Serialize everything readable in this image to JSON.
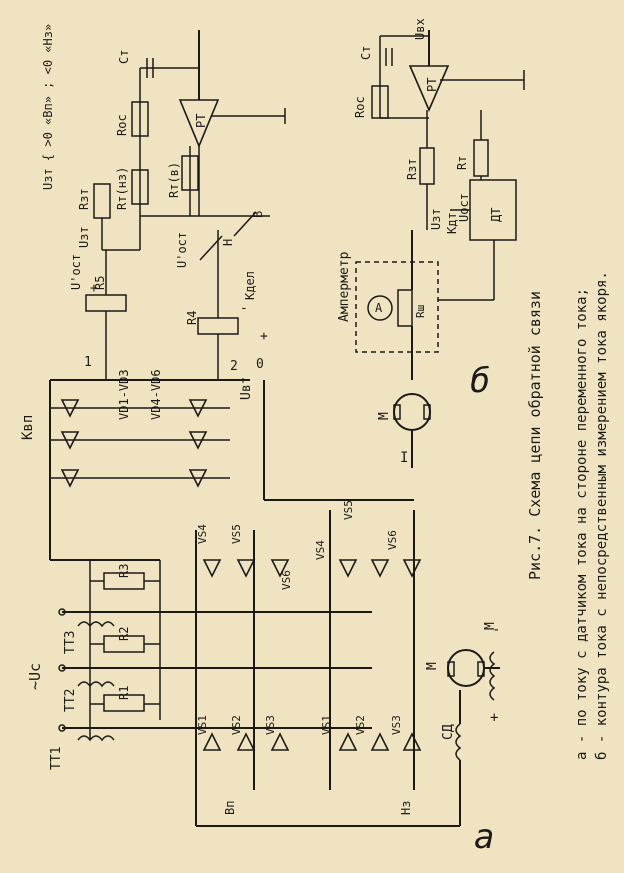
{
  "figure": {
    "title": "Рис.7. Схема цепи обратной связи",
    "caption_a": "а - по току с датчиком тока на стороне переменного тока;",
    "caption_b": "б - контура тока с непосредственным измерением тока якоря."
  },
  "panel_labels": {
    "a": "а",
    "b": "б"
  },
  "circuit_a": {
    "supply": "~Uc",
    "current_transformers": [
      "TT1",
      "TT2",
      "TT3"
    ],
    "resistors_shunt": [
      "R1",
      "R2",
      "R3"
    ],
    "bridge_1_label": "VD1-VD3",
    "bridge_2_label": "VD4-VD6",
    "k_label": "Квп",
    "point_1": "1",
    "point_2": "2",
    "point_0": "0",
    "u_bt": "Uвт",
    "r5": "R5",
    "r4": "R4",
    "plus": "+",
    "minus": "-",
    "u_oct_1": "U'ост",
    "u_oct_2": "U'ост",
    "k_del": "Кдел",
    "switch_n": "Н",
    "switch_v": "В",
    "u_zt": "Uзт",
    "r_zt": "Rзт",
    "r_t_nz": "Rт(нз)",
    "r_t_v": "Rт(в)",
    "r_oc": "Rос",
    "c_t": "Ст",
    "regulator": "РТ",
    "u_zt_cond": "Uзт { >0 «Вп» ; <0 «Нз»",
    "thyristors_top": [
      "VS4",
      "VS5",
      "VS6",
      "VS4",
      "VS5",
      "VS6"
    ],
    "thyristors_bottom": [
      "VS1",
      "VS2",
      "VS3",
      "VS1",
      "VS2",
      "VS3"
    ],
    "group_vp": "Вп",
    "group_nz": "Нз",
    "motor": "М",
    "motor_field": "М",
    "choke": "СД",
    "plus_sign": "+",
    "minus_sign": "-"
  },
  "circuit_b": {
    "ammeter": "Амперметр",
    "ammeter_symbol": "А",
    "shunt": "Rш",
    "motor": "М",
    "current_i": "I",
    "current_sensor": "ДТ",
    "u_zt": "Uзт",
    "r_zt": "Rзт",
    "r_t": "Rт",
    "k_dt": "Кдт",
    "u_oct": "Uост",
    "r_oc": "Rос",
    "c_t": "Ст",
    "regulator": "РТ",
    "u_vx": "Uвх"
  },
  "colors": {
    "paper": "#efe3c2",
    "ink": "#1c1a16"
  }
}
